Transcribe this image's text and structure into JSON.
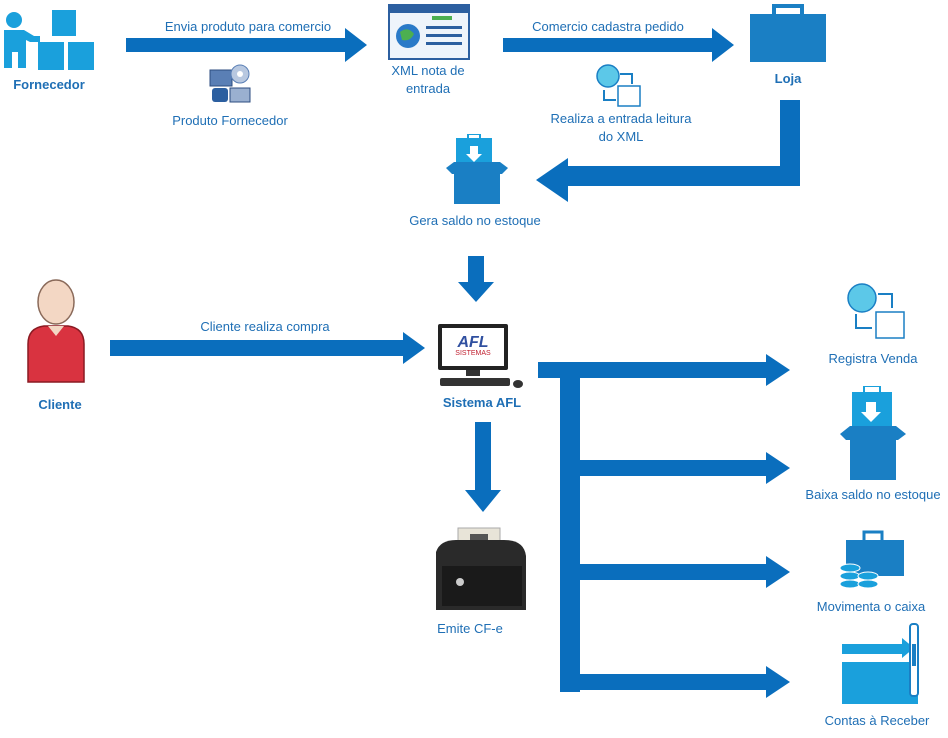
{
  "nodes": {
    "fornecedor": "Fornecedor",
    "produto_fornecedor": "Produto Fornecedor",
    "xml_nota": [
      "XML nota de",
      "entrada"
    ],
    "loja": "Loja",
    "realiza_leitura": [
      "Realiza a entrada leitura",
      "do XML"
    ],
    "gera_saldo": "Gera saldo no estoque",
    "cliente": "Cliente",
    "sistema": "Sistema AFL",
    "emite": "Emite CF-e",
    "registra": "Registra Venda",
    "baixa": "Baixa saldo no estoque",
    "movimenta": "Movimenta o caixa",
    "contas": "Contas à Receber"
  },
  "edges": {
    "envia": "Envia produto para comercio",
    "cadastra": "Comercio cadastra pedido",
    "compra": "Cliente realiza compra"
  },
  "screen_logo": {
    "brand": "AFL",
    "sub": "SISTEMAS"
  },
  "colors": {
    "arrow": "#0a6ebd",
    "icon": "#1aa0dc",
    "text": "#1f6fb5"
  }
}
